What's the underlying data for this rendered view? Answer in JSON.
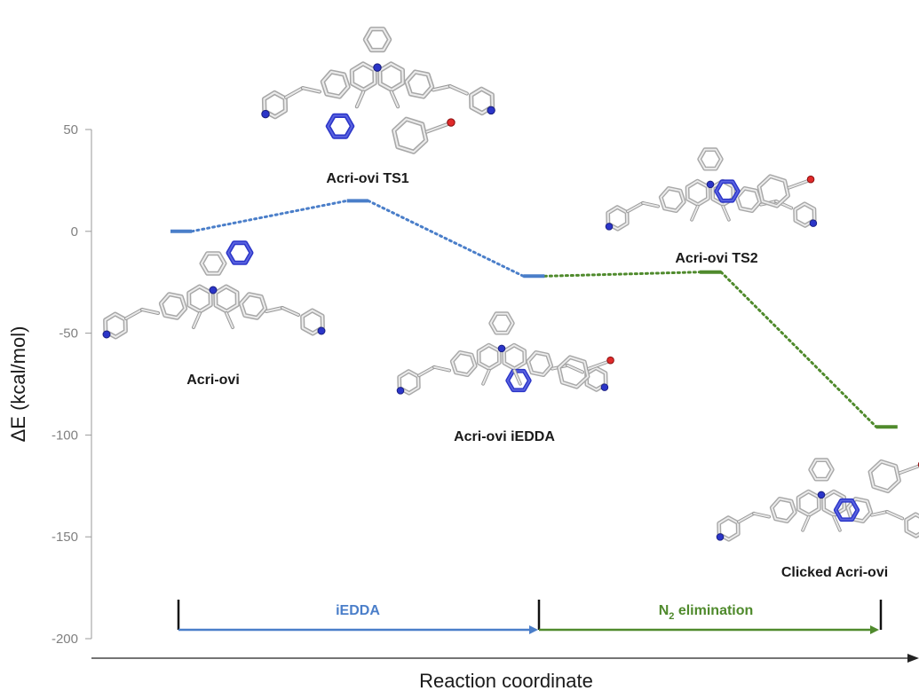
{
  "chart_data": {
    "type": "line",
    "ylabel": "ΔE (kcal/mol)",
    "xlabel": "Reaction coordinate",
    "ylim": [
      -200,
      50
    ],
    "yticks": [
      50,
      0,
      -50,
      -100,
      -150,
      -200
    ],
    "grid": false,
    "colors": {
      "iedda": "#4a7ec9",
      "n2": "#4f8a2c",
      "axis": "#222222",
      "bracket": "#111111"
    },
    "states": [
      {
        "name": "Acri-ovi",
        "x": 1,
        "y": 0,
        "color": "#4a7ec9"
      },
      {
        "name": "Acri-ovi TS1",
        "x": 2,
        "y": 15,
        "color": "#4a7ec9"
      },
      {
        "name": "Acri-ovi iEDDA",
        "x": 3,
        "y": -22,
        "color": "#4a7ec9"
      },
      {
        "name": "Acri-ovi TS2",
        "x": 4,
        "y": -20,
        "color": "#4f8a2c"
      },
      {
        "name": "Clicked Acri-ovi",
        "x": 5,
        "y": -96,
        "color": "#4f8a2c"
      }
    ],
    "connections": [
      {
        "from": 0,
        "to": 1,
        "color": "#4a7ec9"
      },
      {
        "from": 1,
        "to": 2,
        "color": "#4a7ec9"
      },
      {
        "from": 2,
        "to": 3,
        "color": "#4f8a2c"
      },
      {
        "from": 3,
        "to": 4,
        "color": "#4f8a2c"
      }
    ],
    "phases": [
      {
        "name": "iEDDA",
        "from": 1,
        "to": 3,
        "color": "#4a7ec9"
      },
      {
        "name_main": "N",
        "name_sub": "2",
        "name_rest": " elimination",
        "from": 3,
        "to": 5,
        "color": "#4f8a2c"
      }
    ]
  }
}
